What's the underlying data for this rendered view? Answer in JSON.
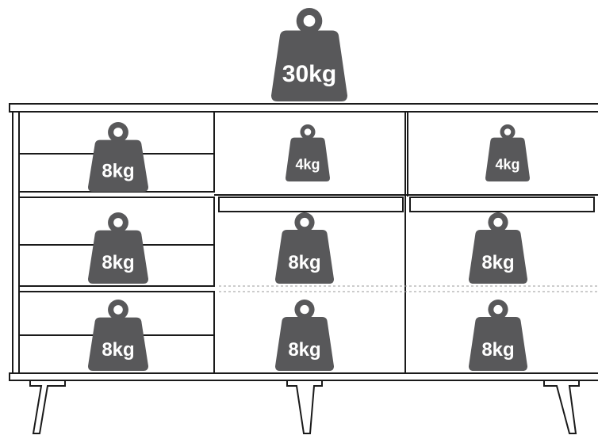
{
  "colors": {
    "weight": "#58585a",
    "line": "#1a1a1a",
    "dotted": "#9a9a9a",
    "background": "#ffffff"
  },
  "top_weight": {
    "label": "30kg",
    "icon": "weight-icon"
  },
  "drawers": {
    "left_column": [
      {
        "label": "8kg",
        "icon": "weight-icon"
      },
      {
        "label": "8kg",
        "icon": "weight-icon"
      },
      {
        "label": "8kg",
        "icon": "weight-icon"
      }
    ],
    "right_top": [
      {
        "label": "4kg",
        "icon": "weight-icon"
      },
      {
        "label": "4kg",
        "icon": "weight-icon"
      }
    ],
    "right_middle": [
      {
        "label": "8kg",
        "icon": "weight-icon"
      },
      {
        "label": "8kg",
        "icon": "weight-icon"
      }
    ],
    "right_bottom": [
      {
        "label": "8kg",
        "icon": "weight-icon"
      },
      {
        "label": "8kg",
        "icon": "weight-icon"
      }
    ]
  }
}
